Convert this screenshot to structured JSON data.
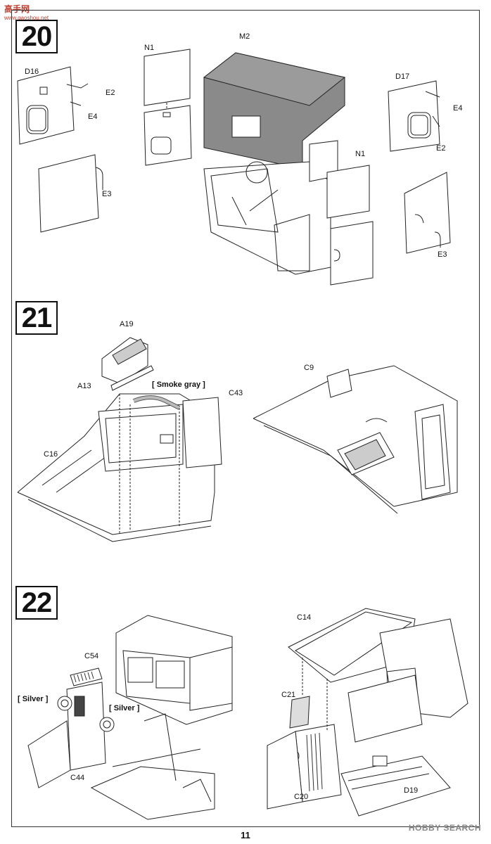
{
  "watermark": {
    "site": "高手网",
    "url": "www.gaoshou.net",
    "brand": "HOBBY SEARCH"
  },
  "page_number": "11",
  "steps": {
    "s20": {
      "number": "20",
      "labels": {
        "n1_left": "N1",
        "m2": "M2",
        "d16": "D16",
        "e2_left": "E2",
        "e4_left": "E4",
        "e3_left": "E3",
        "d17": "D17",
        "e4_right": "E4",
        "e2_right": "E2",
        "n1_right": "N1",
        "e3_right": "E3"
      }
    },
    "s21": {
      "number": "21",
      "labels": {
        "a19": "A19",
        "a13": "A13",
        "c43": "C43",
        "c16": "C16",
        "c9": "C9"
      },
      "paint": {
        "smoke_gray": "[ Smoke gray ]"
      }
    },
    "s22": {
      "number": "22",
      "labels": {
        "c54": "C54",
        "c44": "C44",
        "c14": "C14",
        "c21": "C21",
        "c20": "C20",
        "d19": "D19"
      },
      "paint": {
        "silver_left": "[ Silver ]",
        "silver_mid": "[ Silver ]"
      }
    }
  }
}
